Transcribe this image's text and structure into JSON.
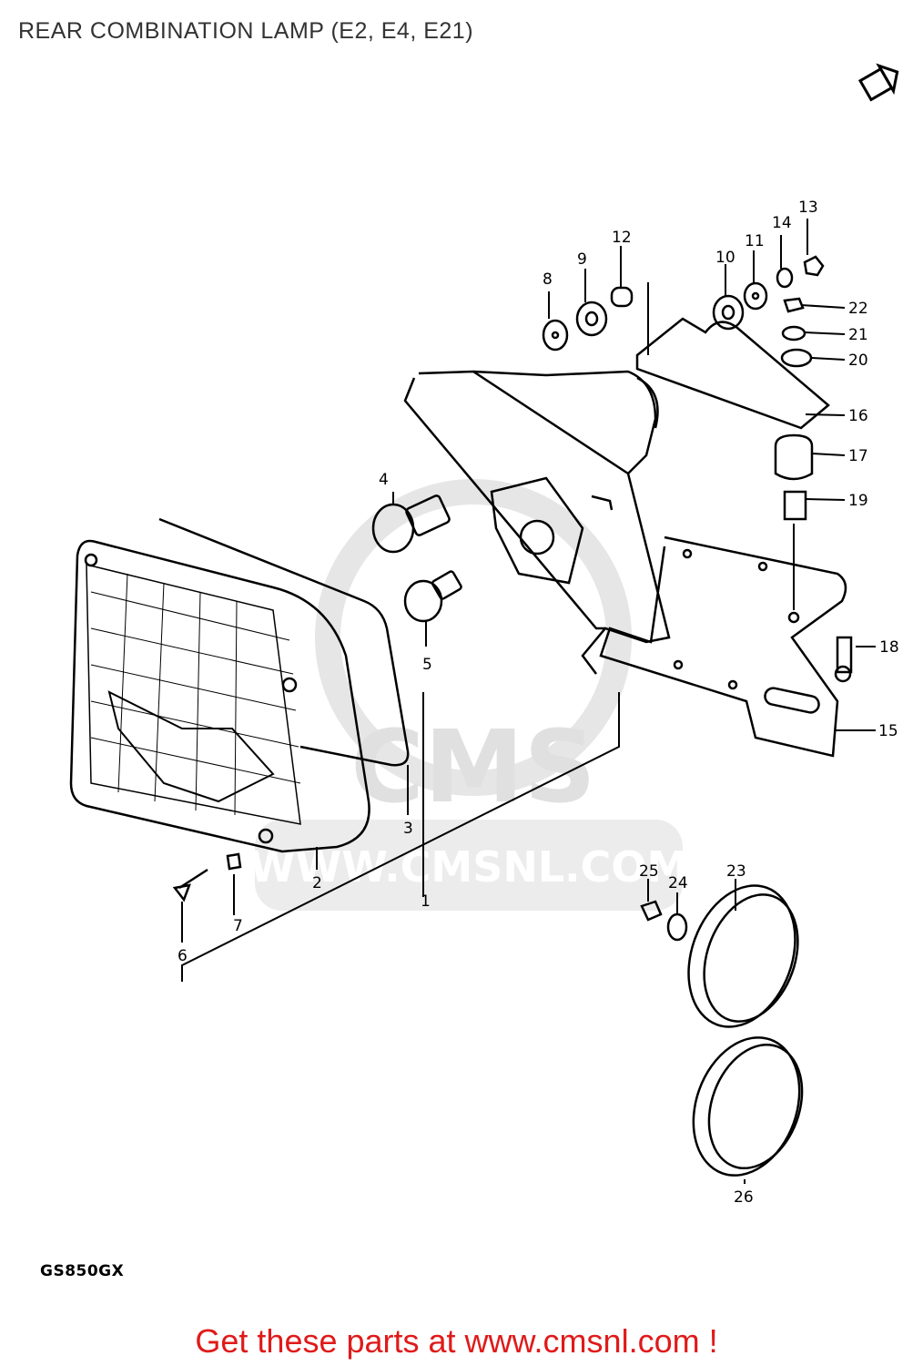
{
  "header": {
    "title": "REAR COMBINATION LAMP (E2, E4, E21)"
  },
  "footer": {
    "model": "GS850GX",
    "cta": "Get these parts at www.cmsnl.com !"
  },
  "watermark": {
    "brand": "CMS",
    "url": "WWW.CMSNL.COM"
  },
  "callouts": [
    {
      "id": "1",
      "label": "1"
    },
    {
      "id": "2",
      "label": "2"
    },
    {
      "id": "3",
      "label": "3"
    },
    {
      "id": "4",
      "label": "4"
    },
    {
      "id": "5",
      "label": "5"
    },
    {
      "id": "6",
      "label": "6"
    },
    {
      "id": "7",
      "label": "7"
    },
    {
      "id": "8",
      "label": "8"
    },
    {
      "id": "9",
      "label": "9"
    },
    {
      "id": "10",
      "label": "10"
    },
    {
      "id": "11",
      "label": "11"
    },
    {
      "id": "12",
      "label": "12"
    },
    {
      "id": "13",
      "label": "13"
    },
    {
      "id": "14",
      "label": "14"
    },
    {
      "id": "15",
      "label": "15"
    },
    {
      "id": "16",
      "label": "16"
    },
    {
      "id": "17",
      "label": "17"
    },
    {
      "id": "18",
      "label": "18"
    },
    {
      "id": "19",
      "label": "19"
    },
    {
      "id": "20",
      "label": "20"
    },
    {
      "id": "21",
      "label": "21"
    },
    {
      "id": "22",
      "label": "22"
    },
    {
      "id": "23",
      "label": "23"
    },
    {
      "id": "24",
      "label": "24"
    },
    {
      "id": "25",
      "label": "25"
    },
    {
      "id": "26",
      "label": "26"
    }
  ],
  "colors": {
    "title": "#333333",
    "cta": "#e01a1a",
    "line": "#000000",
    "watermark": "#e6e6e6"
  }
}
